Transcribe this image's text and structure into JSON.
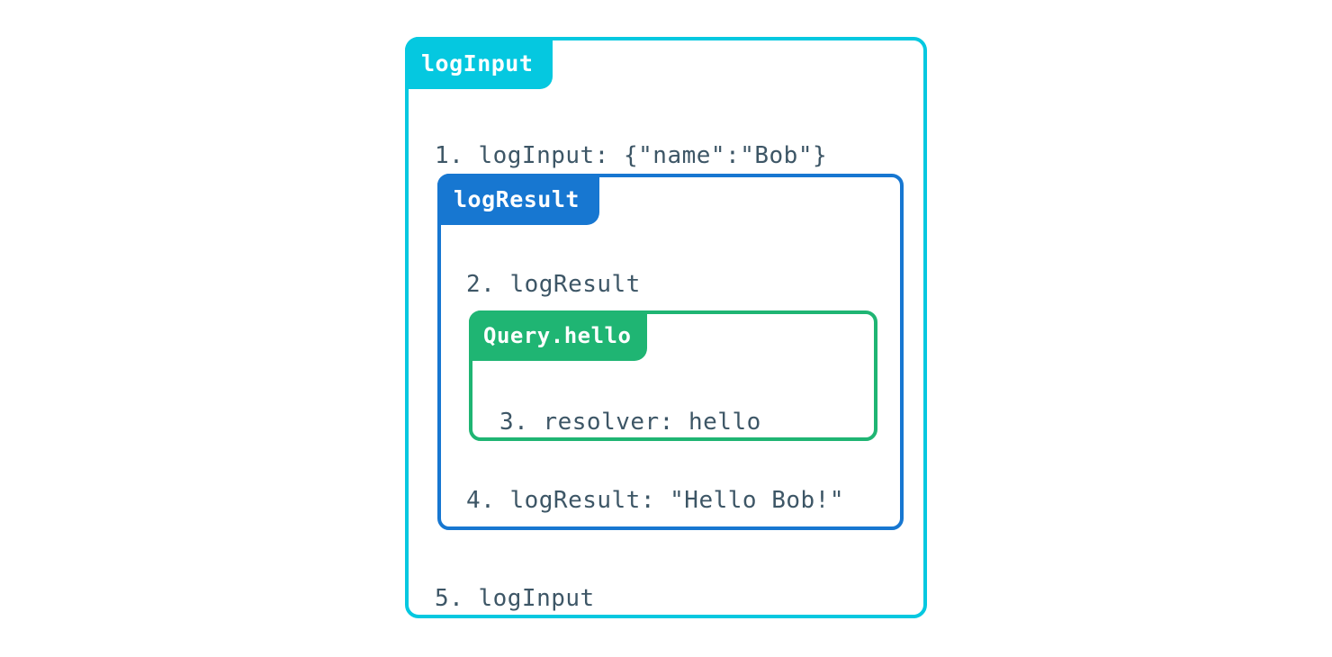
{
  "diagram": {
    "title": "logInput",
    "type": "nested-execution-trace",
    "colors": {
      "outer_accent": "#05c8e0",
      "middle_accent": "#1777d1",
      "inner_accent": "#1fb573",
      "text": "#3d5666",
      "background": "#ffffff",
      "tab_text": "#ffffff"
    },
    "outer": {
      "tab_label": "logInput",
      "line_1": "1. logInput: {\"name\":\"Bob\"}",
      "line_5": "5. logInput"
    },
    "middle": {
      "tab_label": "logResult",
      "line_2": "2. logResult",
      "line_4": "4. logResult: \"Hello Bob!\""
    },
    "inner": {
      "tab_label": "Query.hello",
      "line_3": "3. resolver: hello"
    }
  }
}
